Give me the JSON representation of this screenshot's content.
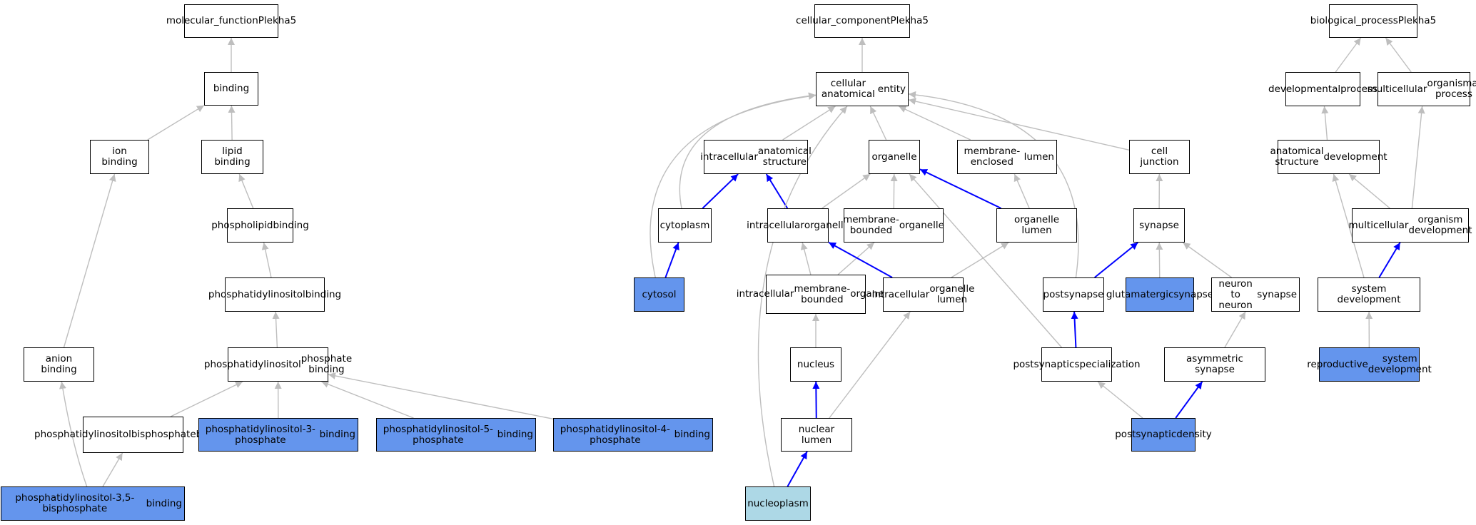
{
  "colors": {
    "highlight": "#6495ed",
    "highlight_light": "#add8e6",
    "edge_gray": "#bebebe",
    "edge_blue": "#0000ff"
  },
  "nodes": {
    "mf": "molecular_function\nPlekha5",
    "binding": "binding",
    "ion_binding": "ion binding",
    "lipid_binding": "lipid binding",
    "phospholipid_binding": "phospholipid\nbinding",
    "pi_binding": "phosphatidylinositol\nbinding",
    "anion_binding": "anion binding",
    "pip_binding": "phosphatidylinositol\nphosphate binding",
    "pibp_binding": "phosphatidylinositol\nbisphosphate\nbinding",
    "pi3p_binding": "phosphatidylinositol-3-phosphate\nbinding",
    "pi5p_binding": "phosphatidylinositol-5-phosphate\nbinding",
    "pi4p_binding": "phosphatidylinositol-4-phosphate\nbinding",
    "pi35bp_binding": "phosphatidylinositol-3,5-bisphosphate\nbinding",
    "cc": "cellular_component\nPlekha5",
    "cae": "cellular anatomical\nentity",
    "ias": "intracellular\nanatomical structure",
    "organelle": "organelle",
    "mel": "membrane-enclosed\nlumen",
    "cell_junction": "cell junction",
    "cytoplasm": "cytoplasm",
    "io": "intracellular\norganelle",
    "mbo": "membrane-bounded\norganelle",
    "ol": "organelle lumen",
    "synapse": "synapse",
    "cytosol": "cytosol",
    "imbo": "intracellular\nmembrane-bounded\norganelle",
    "iol": "intracellular\norganelle lumen",
    "postsynapse": "postsynapse",
    "glut_synapse": "glutamatergic\nsynapse",
    "nn_synapse": "neuron to neuron\nsynapse",
    "nucleus": "nucleus",
    "ps_spec": "postsynaptic\nspecialization",
    "asym_synapse": "asymmetric synapse",
    "nuclear_lumen": "nuclear lumen",
    "ps_density": "postsynaptic\ndensity",
    "nucleoplasm": "nucleoplasm",
    "bp": "biological_process\nPlekha5",
    "dev_process": "developmental\nprocess",
    "mop": "multicellular\norganismal process",
    "asd": "anatomical structure\ndevelopment",
    "mod": "multicellular\norganism development",
    "sys_dev": "system development",
    "repro_dev": "reproductive\nsystem development"
  }
}
